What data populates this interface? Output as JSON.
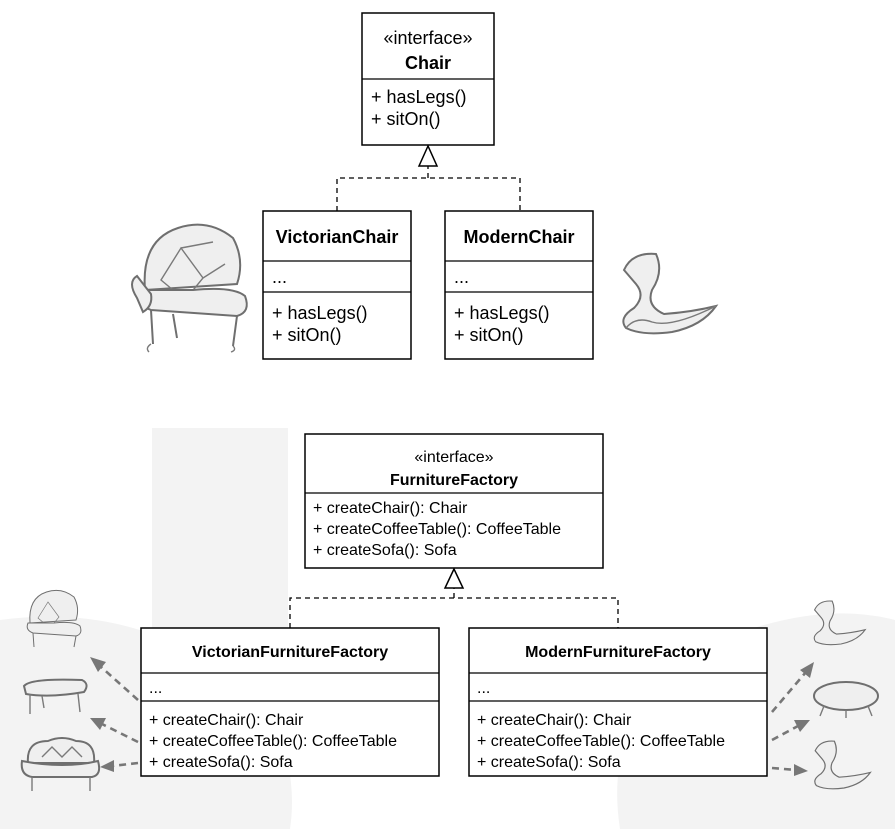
{
  "chair_interface": {
    "stereotype": "«interface»",
    "name": "Chair",
    "methods": [
      "+ hasLegs()",
      "+ sitOn()"
    ]
  },
  "victorian_chair": {
    "name": "VictorianChair",
    "fields": "...",
    "methods": [
      "+ hasLegs()",
      "+ sitOn()"
    ]
  },
  "modern_chair": {
    "name": "ModernChair",
    "fields": "...",
    "methods": [
      "+ hasLegs()",
      "+ sitOn()"
    ]
  },
  "furniture_factory": {
    "stereotype": "«interface»",
    "name": "FurnitureFactory",
    "methods": [
      "+ createChair(): Chair",
      "+ createCoffeeTable(): CoffeeTable",
      "+ createSofa(): Sofa"
    ]
  },
  "victorian_factory": {
    "name": "VictorianFurnitureFactory",
    "fields": "...",
    "methods": [
      "+ createChair(): Chair",
      "+ createCoffeeTable(): CoffeeTable",
      "+ createSofa(): Sofa"
    ]
  },
  "modern_factory": {
    "name": "ModernFurnitureFactory",
    "fields": "...",
    "methods": [
      "+ createChair(): Chair",
      "+ createCoffeeTable(): CoffeeTable",
      "+ createSofa(): Sofa"
    ]
  },
  "icons": {
    "victorian_armchair": "victorian-armchair-icon",
    "modern_chair": "modern-chair-icon",
    "victorian_coffee_table": "victorian-coffee-table-icon",
    "victorian_sofa": "victorian-sofa-icon",
    "modern_coffee_table": "modern-coffee-table-icon",
    "modern_sofa": "modern-sofa-icon"
  }
}
